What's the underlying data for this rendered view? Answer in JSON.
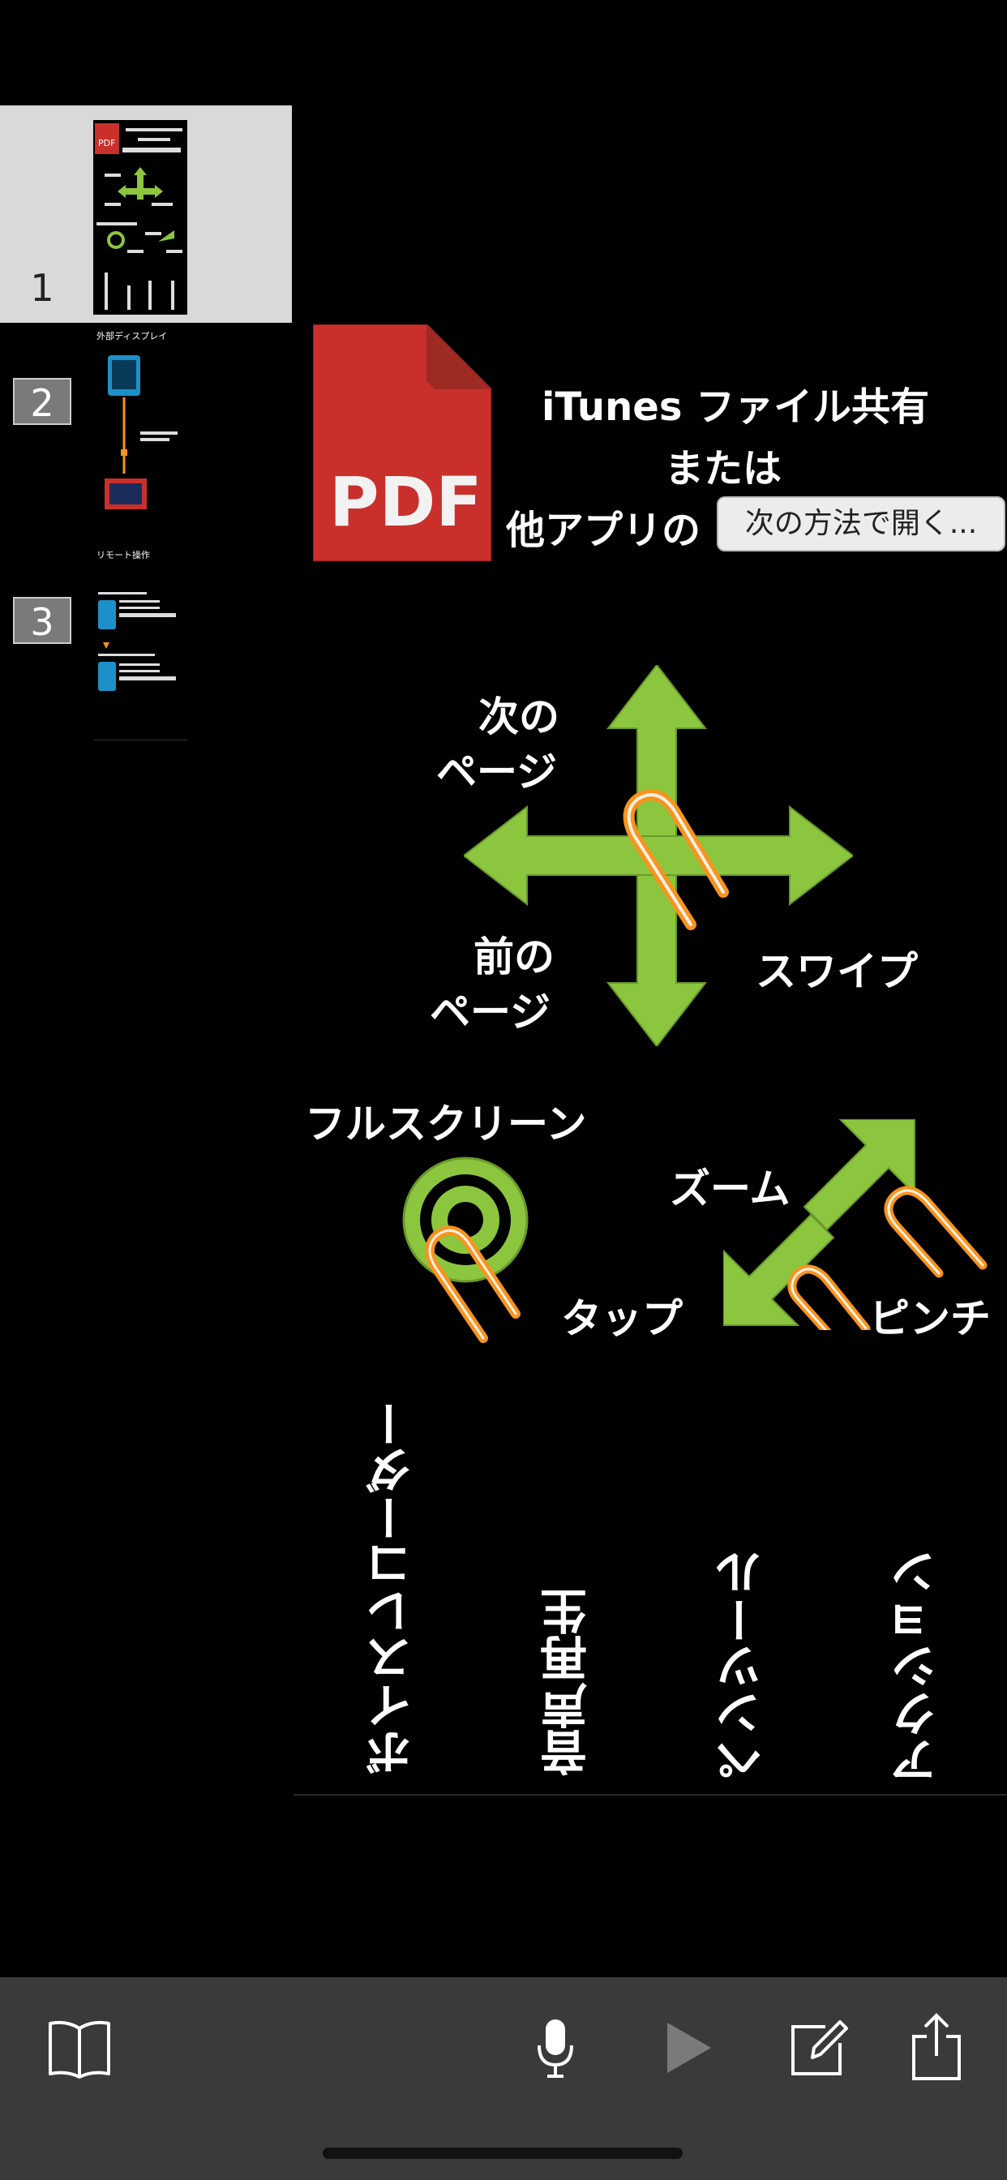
{
  "sidebar": {
    "pages": [
      {
        "number": "1",
        "selected": true
      },
      {
        "number": "2",
        "selected": false
      },
      {
        "number": "3",
        "selected": false
      }
    ],
    "thumb_titles": {
      "page2": "外部ディスプレイ",
      "page3": "リモート操作"
    }
  },
  "slide": {
    "pdf_label": "PDF",
    "heading_line1": "iTunes ファイル共有",
    "heading_line2": "または",
    "heading_line3": "他アプリの",
    "open_in_button": "次の方法で開く...",
    "next_page": [
      "次の",
      "ページ"
    ],
    "prev_page": [
      "前の",
      "ページ"
    ],
    "swipe": "スワイプ",
    "fullscreen": "フルスクリーン",
    "tap": "タップ",
    "zoom": "ズーム",
    "pinch": "ピンチ",
    "vertical_labels": [
      "ボイスレコーダー",
      "音声再生",
      "ペンツール",
      "アクション"
    ]
  },
  "toolbar": {
    "icons": [
      "book-icon",
      "microphone-icon",
      "play-icon",
      "edit-icon",
      "share-icon"
    ]
  },
  "colors": {
    "green": "#8cc63f",
    "orange": "#f7931e",
    "pdf_red": "#c9302c",
    "toolbar_bg": "#3a3a3a",
    "selected_bg": "#d9d9d9"
  }
}
